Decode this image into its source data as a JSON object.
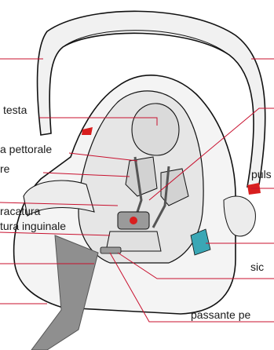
{
  "labels": {
    "head_support": "testa",
    "chest_pad": "a pettorale",
    "shoulder_pad": "re",
    "harness_adjuster": "racatura",
    "crotch_strap": "tura inguinale",
    "release_button": "puls",
    "safety_label": "sic",
    "belt_guide": "passante pe"
  },
  "colors": {
    "leader_line": "#c8102e",
    "accent_red": "#d81e1e",
    "accent_teal": "#3aa7b5",
    "belt_gray": "#8f8f8f",
    "seat_light": "#f2f2f2",
    "seat_shade": "#dcdcdc",
    "outline": "#111111"
  }
}
